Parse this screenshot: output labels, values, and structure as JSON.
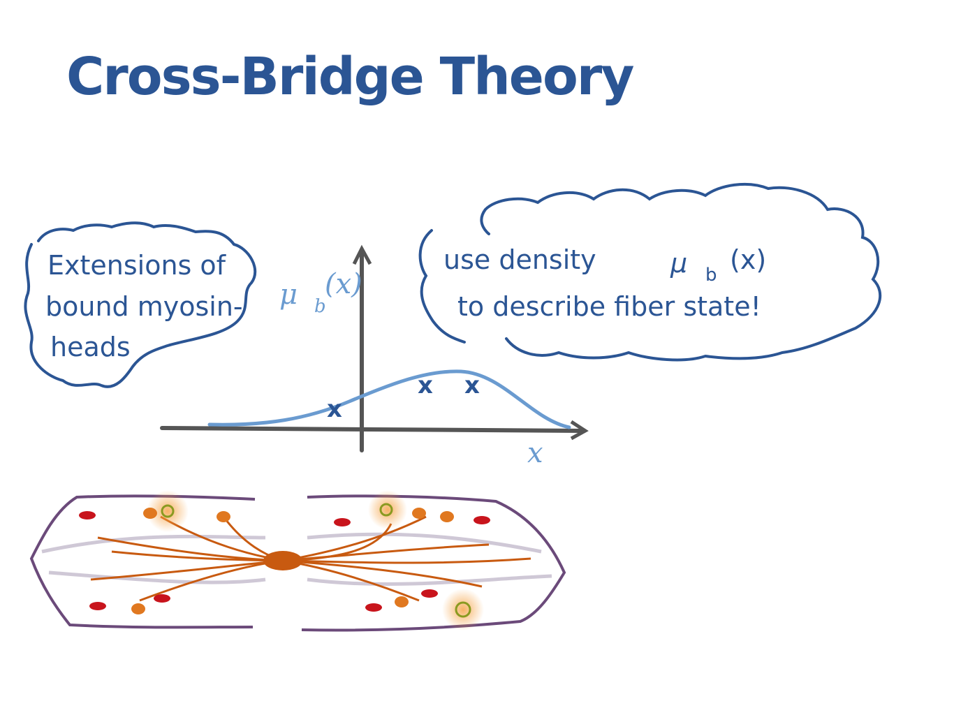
{
  "title": "Cross-Bridge Theory",
  "left_bubble": {
    "lines": [
      "Extensions of",
      "bound myosin-",
      "heads"
    ]
  },
  "right_bubble": {
    "line1_a": "use density",
    "line1_mu": "μ",
    "line1_sub": "b",
    "line1_arg": "(x)",
    "line2": "to describe fiber state!"
  },
  "graph": {
    "y_label_mu": "μ",
    "y_label_sub": "b",
    "y_label_arg": "(x)",
    "x_label": "x",
    "marker_symbol": "x"
  },
  "colors": {
    "ink": "#2b5594",
    "light_blue": "#6a9bd0",
    "axis": "#555555",
    "actin": "#6b4a7a",
    "myosin": "#c85a10",
    "head_red": "#c8141c",
    "head_orange": "#e07820"
  }
}
